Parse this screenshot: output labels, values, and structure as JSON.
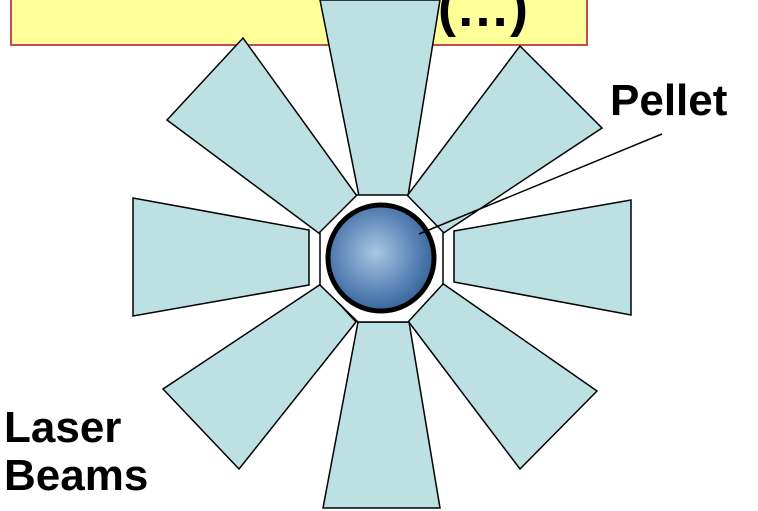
{
  "title": "(…)",
  "labels": {
    "pellet": "Pellet",
    "laser_beams_line1": "Laser",
    "laser_beams_line2": "Beams"
  },
  "colors": {
    "beam_fill": "#bde0e3",
    "beam_stroke": "#000000",
    "chamber_fill": "#ffffff",
    "pellet_center": "#a9c7e3",
    "pellet_edge": "#2e5f94",
    "pellet_ring": "#000000",
    "banner_fill": "#ffff99",
    "banner_border": "#c0504d"
  },
  "diagram": {
    "beam_count": 8,
    "chamber_shape": "octagon"
  }
}
